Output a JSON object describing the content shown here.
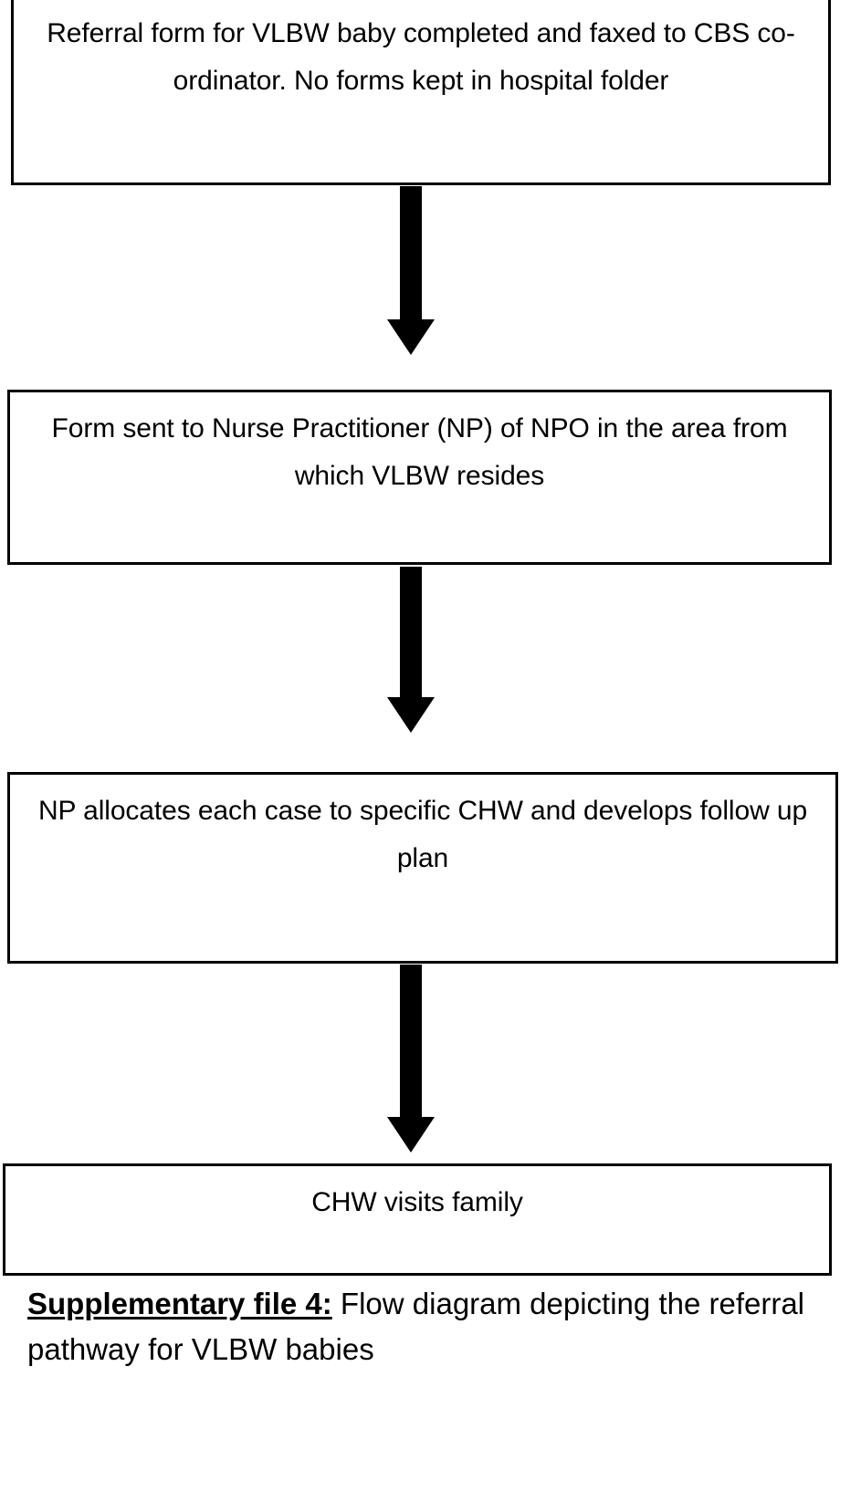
{
  "figure": {
    "type": "flowchart",
    "orientation": "top-to-bottom",
    "background_color": "#ffffff",
    "line_color": "#000000",
    "text_color": "#000000",
    "nodes": [
      {
        "id": "node-1",
        "shape": "rectangle",
        "text": "Referral form for VLBW baby completed and faxed to CBS co-ordinator. No forms kept in hospital folder"
      },
      {
        "id": "node-2",
        "shape": "rectangle",
        "text": "Form sent to Nurse Practitioner (NP) of NPO in the area from which VLBW resides"
      },
      {
        "id": "node-3",
        "shape": "rectangle",
        "text": "NP allocates each case to specific CHW and develops follow up plan"
      },
      {
        "id": "node-4",
        "shape": "rectangle",
        "text": "CHW visits family"
      }
    ],
    "connectors": [
      {
        "id": "arrow-1",
        "from": "node-1",
        "to": "node-2",
        "style": "solid-block-arrow",
        "direction": "down"
      },
      {
        "id": "arrow-2",
        "from": "node-2",
        "to": "node-3",
        "style": "solid-block-arrow",
        "direction": "down"
      },
      {
        "id": "arrow-3",
        "from": "node-3",
        "to": "node-4",
        "style": "solid-block-arrow",
        "direction": "down"
      }
    ],
    "caption": {
      "label": "Supplementary file 4:",
      "text": " Flow diagram depicting the referral pathway for VLBW babies"
    }
  }
}
